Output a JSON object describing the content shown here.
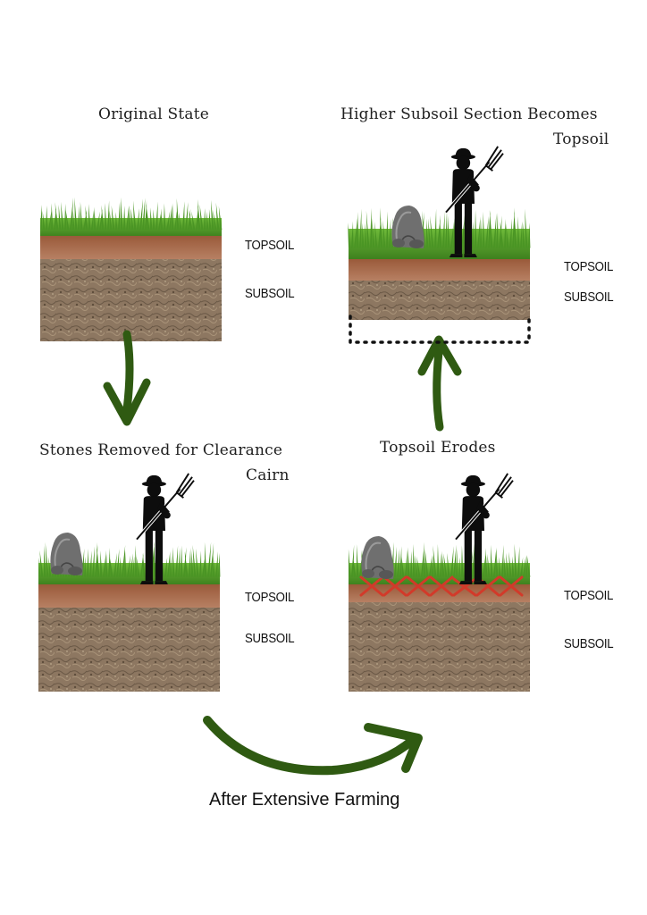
{
  "panels": {
    "original": {
      "title": "Original State",
      "topsoil_label": "TOPSOIL",
      "subsoil_label": "SUBSOIL"
    },
    "stones_removed": {
      "title_line1": "Stones Removed for Clearance",
      "title_line2": "Cairn",
      "topsoil_label": "TOPSOIL",
      "subsoil_label": "SUBSOIL"
    },
    "topsoil_erodes": {
      "title": "Topsoil Erodes",
      "topsoil_label": "TOPSOIL",
      "subsoil_label": "SUBSOIL"
    },
    "higher_subsoil": {
      "title_line1": "Higher Subsoil Section Becomes",
      "title_line2": "Topsoil",
      "topsoil_label": "TOPSOIL",
      "subsoil_label": "SUBSOIL"
    }
  },
  "caption": "After Extensive Farming",
  "colors": {
    "arrow": "#2f5a12",
    "grass": "#4f9a26",
    "topsoil": "#a9694a",
    "subsoil": "#8c7660",
    "erosion_marks": "#d23a2a",
    "figure": "#0d0d0d",
    "cairn": "#6e6e6e"
  }
}
